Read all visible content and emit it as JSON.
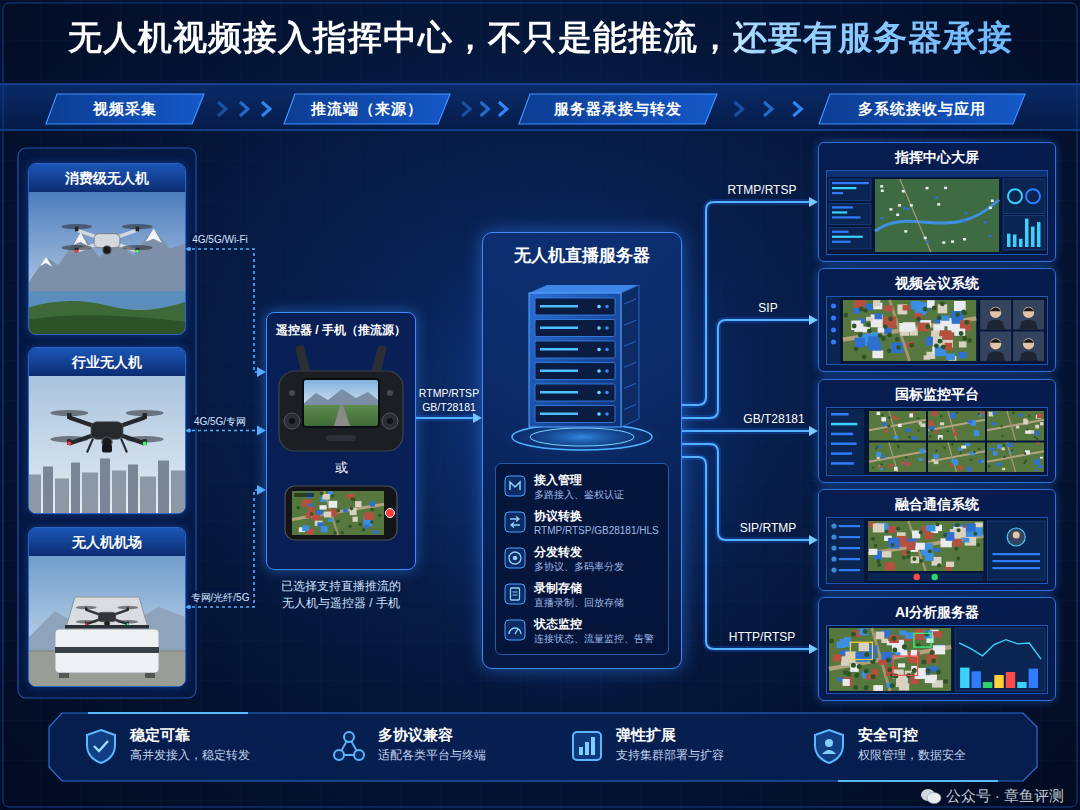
{
  "diagram": {
    "title": "无人机视频接入指挥中心，不只是能推流，还要有服务器承接",
    "nodes": [
      {
        "text": [
          "视频采集"
        ]
      },
      {
        "text": [
          "推流端（来源）"
        ]
      },
      {
        "text": [
          "服务器承接与转发"
        ]
      },
      {
        "text": [
          "多系统接收与应用"
        ]
      },
      {
        "text": [
          "消费级无人机"
        ]
      },
      {
        "text": [
          "行业无人机"
        ]
      },
      {
        "text": [
          "无人机机场"
        ]
      },
      {
        "text": [
          "遥控器 / 手机（推流源）",
          "或"
        ]
      },
      {
        "text": [
          "无人机直播服务器"
        ]
      },
      {
        "text": [
          "接入管理",
          "多路接入、鉴权认证",
          "协议转换",
          "RTMP/RTSP/GB28181/HLS",
          "分发转发",
          "多协议、多码率分发",
          "录制存储",
          "直播录制、回放存储",
          "状态监控",
          "连接状态、流量监控、告警"
        ],
        "in": 8
      },
      {
        "text": [
          "指挥中心大屏"
        ]
      },
      {
        "text": [
          "视频会议系统"
        ]
      },
      {
        "text": [
          "国标监控平台"
        ]
      },
      {
        "text": [
          "融合通信系统"
        ]
      },
      {
        "text": [
          "AI分析服务器"
        ]
      },
      {
        "text": [
          "稳定可靠",
          "高并发接入，稳定转发",
          "多协议兼容",
          "适配各类平台与终端",
          "弹性扩展",
          "支持集群部署与扩容",
          "安全可控",
          "权限管理，数据安全"
        ]
      }
    ],
    "edges": [
      {
        "from": 0,
        "to": 1,
        "arrow": "to"
      },
      {
        "from": 1,
        "to": 2,
        "arrow": "to"
      },
      {
        "from": 2,
        "to": 3,
        "arrow": "to"
      },
      {
        "from": 4,
        "to": 7,
        "label": "4G/5G/Wi-Fi",
        "arrow": "to"
      },
      {
        "from": 5,
        "to": 7,
        "label": "4G/5G/专网",
        "arrow": "to"
      },
      {
        "from": 6,
        "to": 7,
        "label": "专网/光纤/5G",
        "arrow": "to"
      },
      {
        "from": 7,
        "to": 8,
        "label": "RTMP/RTSP GB/T28181",
        "arrow": "to"
      },
      {
        "from": 8,
        "to": 10,
        "label": "RTMP/RTSP",
        "arrow": "to"
      },
      {
        "from": 8,
        "to": 11,
        "label": "SIP",
        "arrow": "to"
      },
      {
        "from": 8,
        "to": 12,
        "label": "GB/T28181",
        "arrow": "to"
      },
      {
        "from": 8,
        "to": 13,
        "label": "SIP/RTMP",
        "arrow": "to"
      },
      {
        "from": 8,
        "to": 14,
        "label": "HTTP/RTSP",
        "arrow": "to"
      }
    ],
    "labels": [
      "已选择支持直播推流的 无人机与遥控器 / 手机",
      "公众号 · 章鱼评测"
    ]
  }
}
